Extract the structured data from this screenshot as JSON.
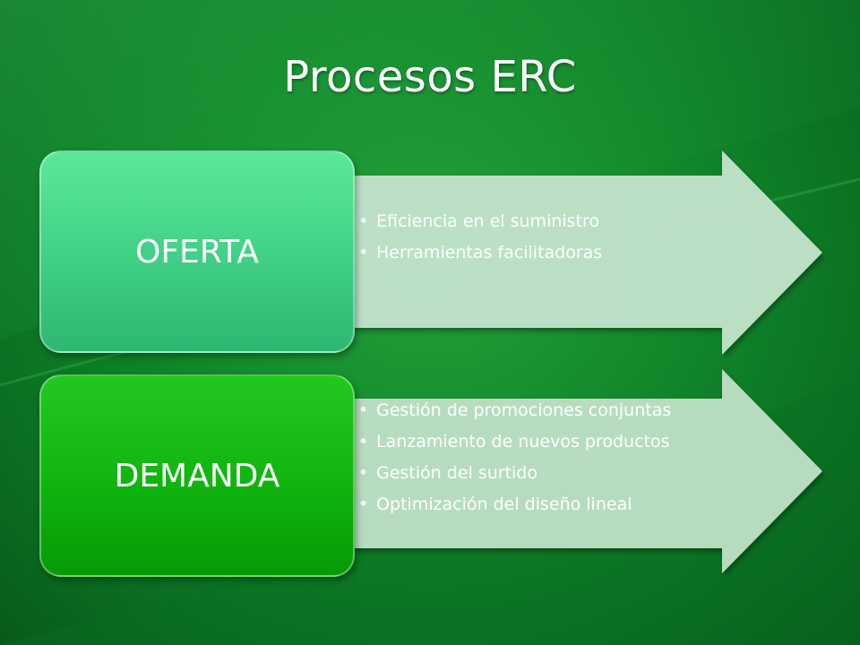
{
  "slide": {
    "title": "Procesos ERC"
  },
  "oferta": {
    "label": "OFERTA",
    "items": [
      {
        "text": " Eficiencia en el suministro"
      },
      {
        "text": "Herramientas facilitadoras"
      }
    ]
  },
  "demanda": {
    "label": "DEMANDA",
    "items": [
      {
        "text": "Gestión de promociones conjuntas"
      },
      {
        "text": "Lanzamiento de nuevos productos"
      },
      {
        "text": "Gestión del surtido"
      },
      {
        "text": "Optimización del diseño lineal"
      }
    ]
  },
  "colors": {
    "background": "#11862a",
    "oferta_box": "#3fcf85",
    "demanda_box": "#10b40e",
    "arrow_fill": "#c3e4cc",
    "text": "#ffffff"
  }
}
